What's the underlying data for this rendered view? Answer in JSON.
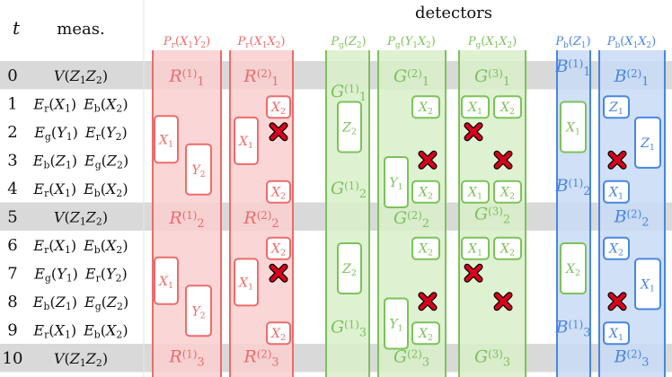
{
  "header": {
    "t": "t",
    "meas": "meas.",
    "detectors": "detectors"
  },
  "colors": {
    "red": "#ee6b6b",
    "red_fill": "#f9cfcf",
    "green": "#7cc25a",
    "green_fill": "#d8efc9",
    "blue": "#4a86e0",
    "blue_fill": "#c7dbf6",
    "gray": "#d9d9d9",
    "cross": "#d9001b"
  },
  "detector_groups": [
    {
      "label": "P_r(X1Y2)",
      "color": "red"
    },
    {
      "label": "P_r(X1X2)",
      "color": "red"
    },
    {
      "label": "P_g(Z2)",
      "color": "green"
    },
    {
      "label": "P_g(Y1X2)",
      "color": "green"
    },
    {
      "label": "P_g(X1X2)",
      "color": "green"
    },
    {
      "label": "P_b(Z1)",
      "color": "blue"
    },
    {
      "label": "P_b(X1X2)",
      "color": "blue"
    }
  ],
  "rows": [
    {
      "t": "0",
      "meas": "V(Z1Z2)",
      "gray": true
    },
    {
      "t": "1",
      "meas": "Er(X1) Eb(X2)",
      "gray": false
    },
    {
      "t": "2",
      "meas": "Eg(Y1) Er(Y2)",
      "gray": false
    },
    {
      "t": "3",
      "meas": "Eb(Z1) Eg(Z2)",
      "gray": false
    },
    {
      "t": "4",
      "meas": "Er(X1) Eb(X2)",
      "gray": false
    },
    {
      "t": "5",
      "meas": "V(Z1Z2)",
      "gray": true
    },
    {
      "t": "6",
      "meas": "Er(X1) Eb(X2)",
      "gray": false
    },
    {
      "t": "7",
      "meas": "Eg(Y1) Er(Y2)",
      "gray": false
    },
    {
      "t": "8",
      "meas": "Eb(Z1) Eg(Z2)",
      "gray": false
    },
    {
      "t": "9",
      "meas": "Er(X1) Eb(X2)",
      "gray": false
    },
    {
      "t": "10",
      "meas": "V(Z1Z2)",
      "gray": true
    }
  ],
  "detector_labels": [
    {
      "name": "R",
      "sup": "(1)",
      "sub": "1",
      "color": "red"
    },
    {
      "name": "R",
      "sup": "(2)",
      "sub": "1",
      "color": "red"
    },
    {
      "name": "G",
      "sup": "(1)",
      "sub": "1",
      "color": "green"
    },
    {
      "name": "G",
      "sup": "(2)",
      "sub": "1",
      "color": "green"
    },
    {
      "name": "G",
      "sup": "(3)",
      "sub": "1",
      "color": "green"
    },
    {
      "name": "B",
      "sup": "(1)",
      "sub": "1",
      "color": "blue"
    },
    {
      "name": "B",
      "sup": "(2)",
      "sub": "1",
      "color": "blue"
    },
    {
      "name": "R",
      "sup": "(1)",
      "sub": "2",
      "color": "red"
    },
    {
      "name": "R",
      "sup": "(2)",
      "sub": "2",
      "color": "red"
    },
    {
      "name": "G",
      "sup": "(1)",
      "sub": "2",
      "color": "green"
    },
    {
      "name": "G",
      "sup": "(2)",
      "sub": "2",
      "color": "green"
    },
    {
      "name": "G",
      "sup": "(3)",
      "sub": "2",
      "color": "green"
    },
    {
      "name": "B",
      "sup": "(1)",
      "sub": "2",
      "color": "blue"
    },
    {
      "name": "B",
      "sup": "(2)",
      "sub": "2",
      "color": "blue"
    },
    {
      "name": "R",
      "sup": "(1)",
      "sub": "3",
      "color": "red"
    },
    {
      "name": "R",
      "sup": "(2)",
      "sub": "3",
      "color": "red"
    },
    {
      "name": "G",
      "sup": "(1)",
      "sub": "3",
      "color": "green"
    },
    {
      "name": "G",
      "sup": "(2)",
      "sub": "3",
      "color": "green"
    },
    {
      "name": "G",
      "sup": "(3)",
      "sub": "3",
      "color": "green"
    },
    {
      "name": "B",
      "sup": "(1)",
      "sub": "3",
      "color": "blue"
    },
    {
      "name": "B",
      "sup": "(2)",
      "sub": "3",
      "color": "blue"
    }
  ],
  "op_boxes": [
    {
      "label": "X1",
      "color": "red"
    },
    {
      "label": "Y2",
      "color": "red"
    },
    {
      "label": "X2",
      "color": "red"
    },
    {
      "label": "X1",
      "color": "red"
    },
    {
      "label": "X2",
      "color": "red"
    },
    {
      "label": "X1",
      "color": "red"
    },
    {
      "label": "Y2",
      "color": "red"
    },
    {
      "label": "X2",
      "color": "red"
    },
    {
      "label": "X1",
      "color": "red"
    },
    {
      "label": "X2",
      "color": "red"
    },
    {
      "label": "Z2",
      "color": "green"
    },
    {
      "label": "Z2",
      "color": "green"
    },
    {
      "label": "X2",
      "color": "green"
    },
    {
      "label": "Y1",
      "color": "green"
    },
    {
      "label": "X2",
      "color": "green"
    },
    {
      "label": "X2",
      "color": "green"
    },
    {
      "label": "Y1",
      "color": "green"
    },
    {
      "label": "X2",
      "color": "green"
    },
    {
      "label": "X1",
      "color": "green"
    },
    {
      "label": "X2",
      "color": "green"
    },
    {
      "label": "X1",
      "color": "green"
    },
    {
      "label": "X2",
      "color": "green"
    },
    {
      "label": "X1",
      "color": "green"
    },
    {
      "label": "X2",
      "color": "green"
    },
    {
      "label": "X1",
      "color": "green"
    },
    {
      "label": "X2",
      "color": "green"
    },
    {
      "label": "Z1",
      "color": "blue"
    },
    {
      "label": "Z1",
      "color": "blue"
    },
    {
      "label": "X1",
      "color": "blue"
    },
    {
      "label": "X2",
      "color": "blue"
    },
    {
      "label": "X1",
      "color": "blue"
    },
    {
      "label": "X1",
      "color": "blue"
    },
    {
      "label": "X2",
      "color": "blue"
    },
    {
      "label": "X1",
      "color": "blue"
    }
  ],
  "crosses": 10
}
